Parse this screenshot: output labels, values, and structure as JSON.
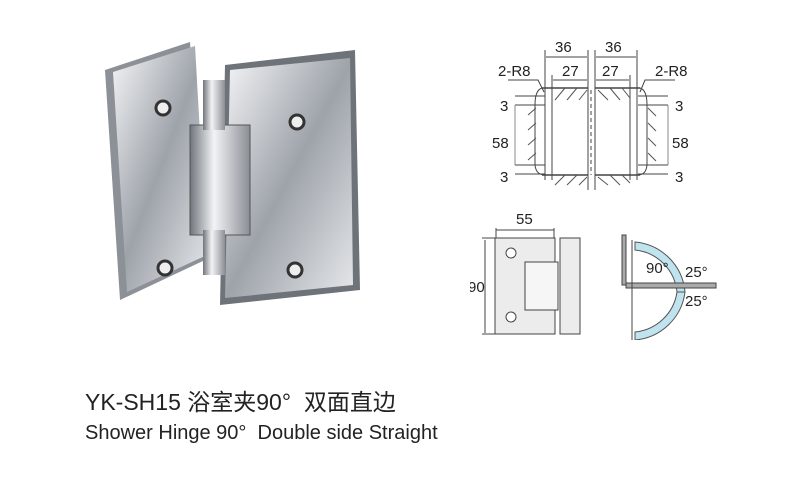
{
  "product": {
    "title": "YK-SH15 浴室夹90°  双面直边",
    "subtitle": "Shower Hinge 90°  Double side Straight"
  },
  "section_drawing": {
    "width_outer_left": "36",
    "width_outer_right": "36",
    "width_inner_left": "27",
    "width_inner_right": "27",
    "radius_left": "2-R8",
    "radius_right": "2-R8",
    "top_gap_left": "3",
    "top_gap_right": "3",
    "height_left": "58",
    "height_right": "58",
    "bottom_gap_left": "3",
    "bottom_gap_right": "3"
  },
  "front_view": {
    "width": "55",
    "height": "90"
  },
  "side_view": {
    "angle_main": "90°",
    "angle_upper": "25°",
    "angle_lower": "25°"
  },
  "colors": {
    "line": "#444444",
    "glass": "#bfe3ef",
    "metal": "#c8cbd0"
  }
}
